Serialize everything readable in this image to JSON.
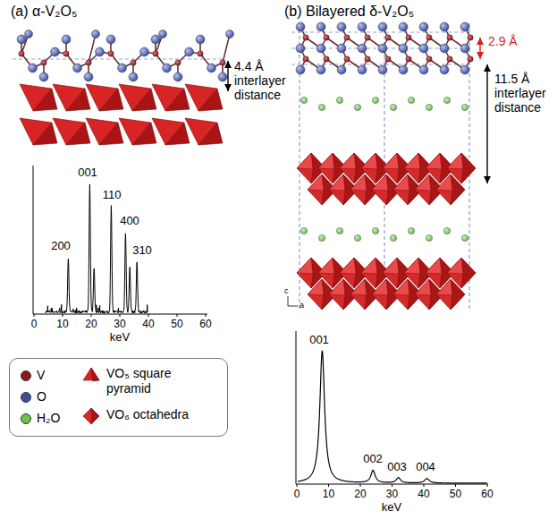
{
  "diagram": {
    "labels": [
      "(a) α-V₂O₅",
      "4.4 Å interlayer distance",
      "001",
      "110",
      "200",
      "400",
      "310",
      "0",
      "10",
      "20",
      "30",
      "40",
      "50",
      "60",
      "keV",
      "(b) Bilayered δ-V₂O₅",
      "2.9 Å",
      "11.5 Å interlayer distance",
      "c",
      "a",
      "001",
      "002",
      "003",
      "004",
      "0",
      "10",
      "20",
      "30",
      "40",
      "50",
      "60",
      "keV"
    ],
    "legend": [
      {
        "text": "V",
        "color": "#8b1a1a"
      },
      {
        "text": "O",
        "color": "#3d4e9c"
      },
      {
        "text": "H₂O",
        "color": "#6cc24a"
      },
      {
        "text": "VO₅ square pyramid"
      },
      {
        "text": "VO₆ octahedra"
      }
    ]
  }
}
